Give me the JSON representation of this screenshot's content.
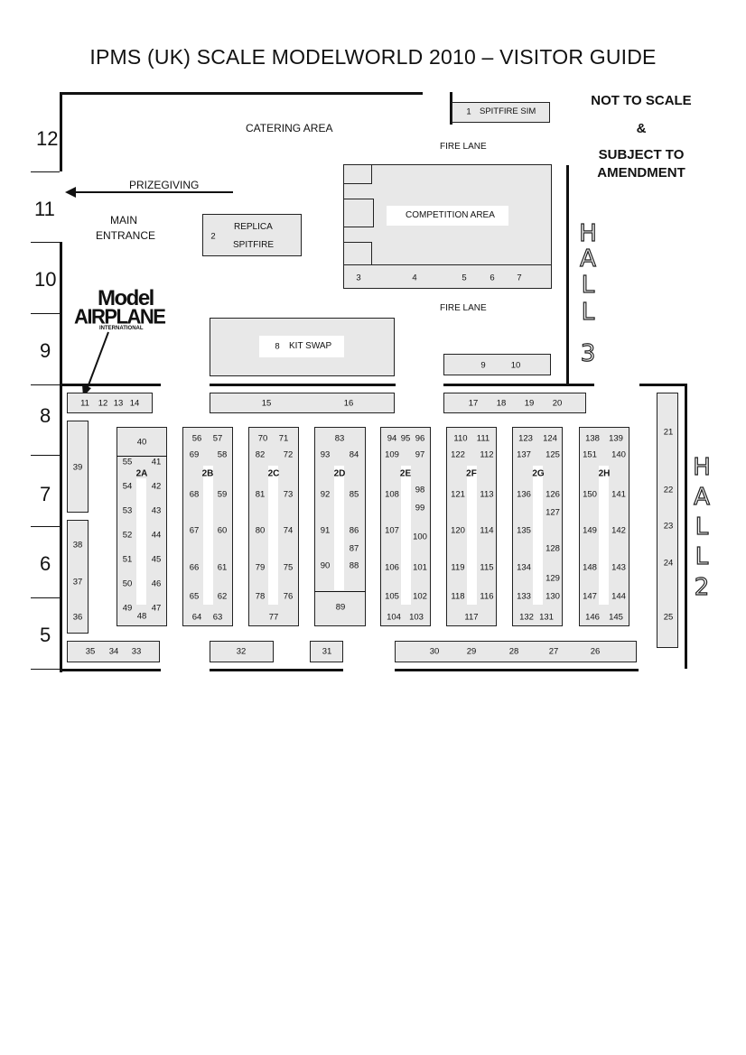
{
  "title": "IPMS (UK) SCALE MODELWORLD 2010 – VISITOR GUIDE",
  "notes": {
    "line1": "NOT TO SCALE",
    "line2": "&",
    "line3": "SUBJECT TO",
    "line4": "AMENDMENT"
  },
  "row_numbers": [
    "12",
    "11",
    "10",
    "9",
    "8",
    "7",
    "6",
    "5"
  ],
  "areas": {
    "catering": "CATERING AREA",
    "fire_lane": "FIRE LANE",
    "prizegiving": "PRIZEGIVING",
    "main_entrance_1": "MAIN",
    "main_entrance_2": "ENTRANCE",
    "competition": "COMPETITION AREA",
    "replica_1": "REPLICA",
    "replica_2": "SPITFIRE",
    "kit_swap": "KIT SWAP",
    "spitfire_sim": "SPITFIRE SIM"
  },
  "halls": {
    "hall3": [
      "H",
      "A",
      "L",
      "L",
      "3"
    ],
    "hall2": [
      "H",
      "A",
      "L",
      "L",
      "2"
    ]
  },
  "logo": {
    "line1": "Model",
    "line2": "AIRPLANE",
    "line3": "INTERNATIONAL"
  },
  "aisles": [
    "2A",
    "2B",
    "2C",
    "2D",
    "2E",
    "2F",
    "2G",
    "2H"
  ],
  "stands": {
    "s1": "1",
    "s2": "2",
    "s3": "3",
    "s4": "4",
    "s5": "5",
    "s6": "6",
    "s7": "7",
    "s8": "8",
    "s9": "9",
    "s10": "10",
    "s11": "11",
    "s12": "12",
    "s13": "13",
    "s14": "14",
    "s15": "15",
    "s16": "16",
    "s17": "17",
    "s18": "18",
    "s19": "19",
    "s20": "20",
    "s21": "21",
    "s22": "22",
    "s23": "23",
    "s24": "24",
    "s25": "25",
    "s26": "26",
    "s27": "27",
    "s28": "28",
    "s29": "29",
    "s30": "30",
    "s31": "31",
    "s32": "32",
    "s33": "33",
    "s34": "34",
    "s35": "35",
    "s36": "36",
    "s37": "37",
    "s38": "38",
    "s39": "39",
    "s40": "40",
    "s41": "41",
    "s42": "42",
    "s43": "43",
    "s44": "44",
    "s45": "45",
    "s46": "46",
    "s47": "47",
    "s48": "48",
    "s49": "49",
    "s50": "50",
    "s51": "51",
    "s52": "52",
    "s53": "53",
    "s54": "54",
    "s55": "55",
    "s56": "56",
    "s57": "57",
    "s58": "58",
    "s59": "59",
    "s60": "60",
    "s61": "61",
    "s62": "62",
    "s63": "63",
    "s64": "64",
    "s65": "65",
    "s66": "66",
    "s67": "67",
    "s68": "68",
    "s69": "69",
    "s70": "70",
    "s71": "71",
    "s72": "72",
    "s73": "73",
    "s74": "74",
    "s75": "75",
    "s76": "76",
    "s77": "77",
    "s78": "78",
    "s79": "79",
    "s80": "80",
    "s81": "81",
    "s82": "82",
    "s83": "83",
    "s84": "84",
    "s85": "85",
    "s86": "86",
    "s87": "87",
    "s88": "88",
    "s89": "89",
    "s90": "90",
    "s91": "91",
    "s92": "92",
    "s93": "93",
    "s94": "94",
    "s95": "95",
    "s96": "96",
    "s97": "97",
    "s98": "98",
    "s99": "99",
    "s100": "100",
    "s101": "101",
    "s102": "102",
    "s103": "103",
    "s104": "104",
    "s105": "105",
    "s106": "106",
    "s107": "107",
    "s108": "108",
    "s109": "109",
    "s110": "110",
    "s111": "111",
    "s112": "112",
    "s113": "113",
    "s114": "114",
    "s115": "115",
    "s116": "116",
    "s117": "117",
    "s118": "118",
    "s119": "119",
    "s120": "120",
    "s121": "121",
    "s122": "122",
    "s123": "123",
    "s124": "124",
    "s125": "125",
    "s126": "126",
    "s127": "127",
    "s128": "128",
    "s129": "129",
    "s130": "130",
    "s131": "131",
    "s132": "132",
    "s133": "133",
    "s134": "134",
    "s135": "135",
    "s136": "136",
    "s137": "137",
    "s138": "138",
    "s139": "139",
    "s140": "140",
    "s141": "141",
    "s142": "142",
    "s143": "143",
    "s144": "144",
    "s145": "145",
    "s146": "146",
    "s147": "147",
    "s148": "148",
    "s149": "149",
    "s150": "150",
    "s151": "151"
  }
}
